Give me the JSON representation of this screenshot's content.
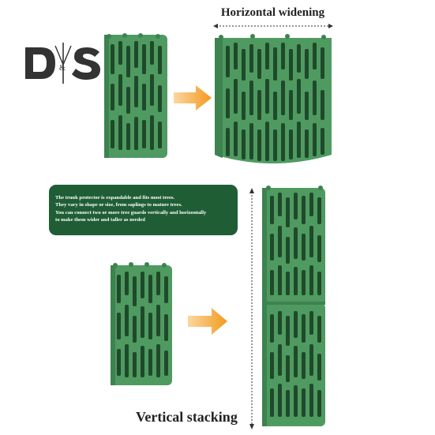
{
  "logo": {
    "text": "D&S"
  },
  "headings": {
    "horizontal": "Horizontal widening",
    "vertical": "Vertical stacking"
  },
  "info": {
    "lines": [
      "The trunk protector is expandable and fits most trees.",
      "They vary in shape or size, from saplings to mature trees.",
      "You can connect two or more tree guards vertically and horizontally",
      "to make them wider and taller as needed"
    ]
  },
  "colors": {
    "guard_green": "#4f9a61",
    "guard_dark": "#3d8350",
    "slot": "#1f4a2a",
    "arrow": "#f39a1e",
    "box": "#1f5e35"
  },
  "icons": [
    "arrow-right-icon",
    "dimension-arrow-icon"
  ]
}
